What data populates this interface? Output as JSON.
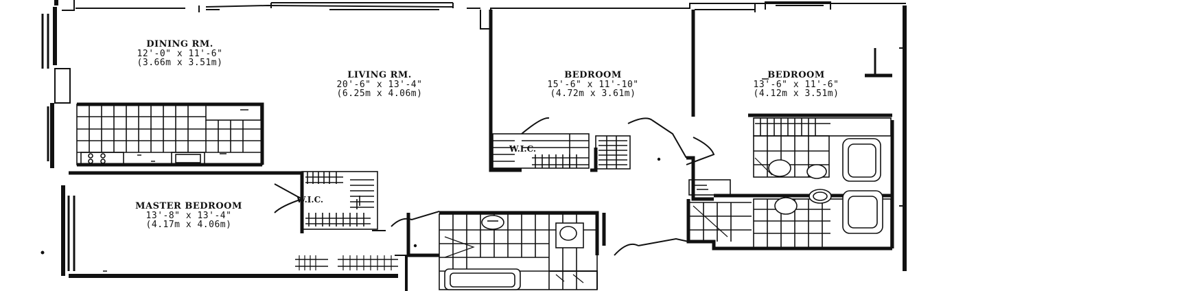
{
  "plan": {
    "ink_color": "#111111",
    "background": "#ffffff"
  },
  "rooms": {
    "dining": {
      "name": "DINING RM.",
      "dim_imperial": "12'-0\" x 11'-6\"",
      "dim_metric": "(3.66m x 3.51m)"
    },
    "living": {
      "name": "LIVING RM.",
      "dim_imperial": "20'-6\" x 13'-4\"",
      "dim_metric": "(6.25m x 4.06m)"
    },
    "bedroom1": {
      "name": "BEDROOM",
      "dim_imperial": "15'-6\" x 11'-10\"",
      "dim_metric": "(4.72m x 3.61m)"
    },
    "bedroom2": {
      "name": "BEDROOM",
      "dim_imperial": "13'-6\" x 11'-6\"",
      "dim_metric": "(4.12m x 3.51m)"
    },
    "master": {
      "name": "MASTER BEDROOM",
      "dim_imperial": "13'-8\" x 13'-4\"",
      "dim_metric": "(4.17m x 4.06m)"
    }
  },
  "closets": {
    "wic_master": "W.I.C.",
    "wic_bedroom": "W.I.C."
  }
}
